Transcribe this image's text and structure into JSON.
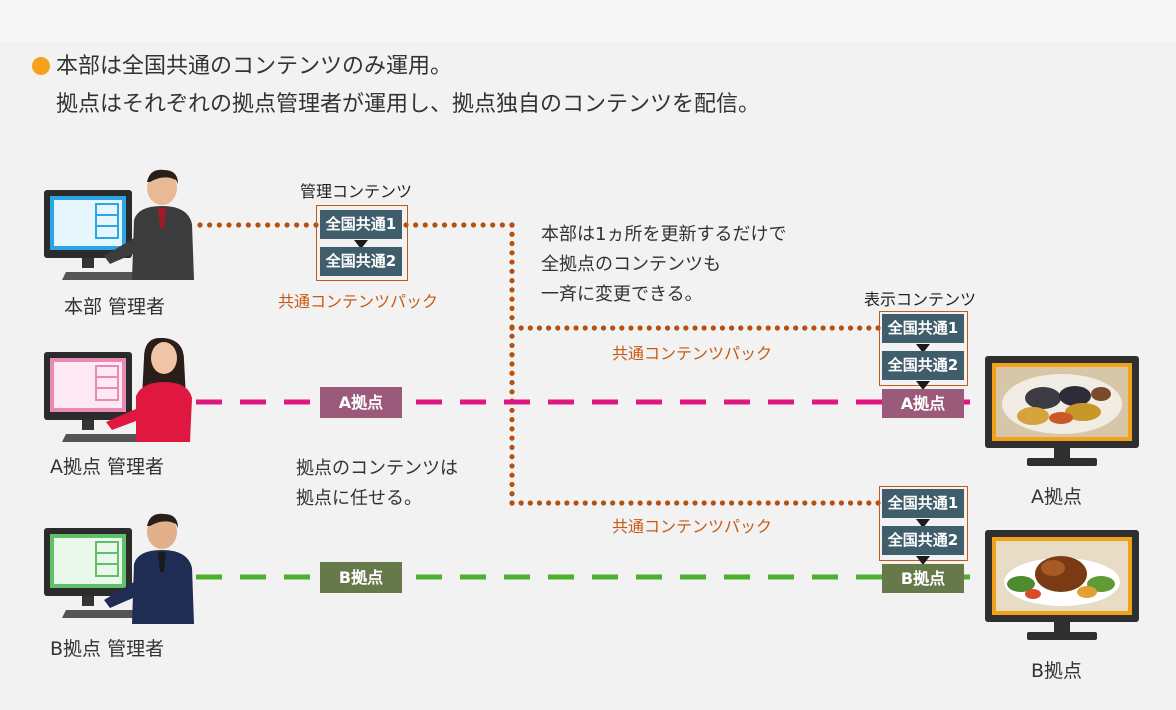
{
  "heading": {
    "line1": "本部は全国共通のコンテンツのみ運用。",
    "line2": "拠点はそれぞれの拠点管理者が運用し、拠点独自のコンテンツを配信。"
  },
  "actors": {
    "hq": "本部 管理者",
    "a": "A拠点 管理者",
    "b": "B拠点 管理者"
  },
  "managed_content": {
    "title": "管理コンテンツ",
    "items": [
      "全国共通1",
      "全国共通2"
    ],
    "pack_label": "共通コンテンツパック"
  },
  "notes": {
    "hq_update": [
      "本部は1ヵ所を更新するだけで",
      "全拠点のコンテンツも",
      "一斉に変更できる。"
    ],
    "local": [
      "拠点のコンテンツは",
      "拠点に任せる。"
    ]
  },
  "pack_labels": [
    "共通コンテンツパック",
    "共通コンテンツパック"
  ],
  "display_content": {
    "title": "表示コンテンツ",
    "a_items": [
      "全国共通1",
      "全国共通2"
    ],
    "b_items": [
      "全国共通1",
      "全国共通2"
    ],
    "a_tag": "A拠点",
    "b_tag": "B拠点"
  },
  "site_tags": {
    "a": "A拠点",
    "b": "B拠点"
  },
  "screens": {
    "a": "A拠点",
    "b": "B拠点"
  },
  "colors": {
    "bullet": "#f5a11b",
    "dotted_line": "#b5510f",
    "a_line": "#e0157f",
    "b_line": "#4caf2e",
    "a_tag": "#9c5a7a",
    "b_tag": "#66794a",
    "chip": "#3f5d6b"
  },
  "icons": [
    "desktop-monitor-icon",
    "person-icon",
    "tv-display-icon"
  ]
}
